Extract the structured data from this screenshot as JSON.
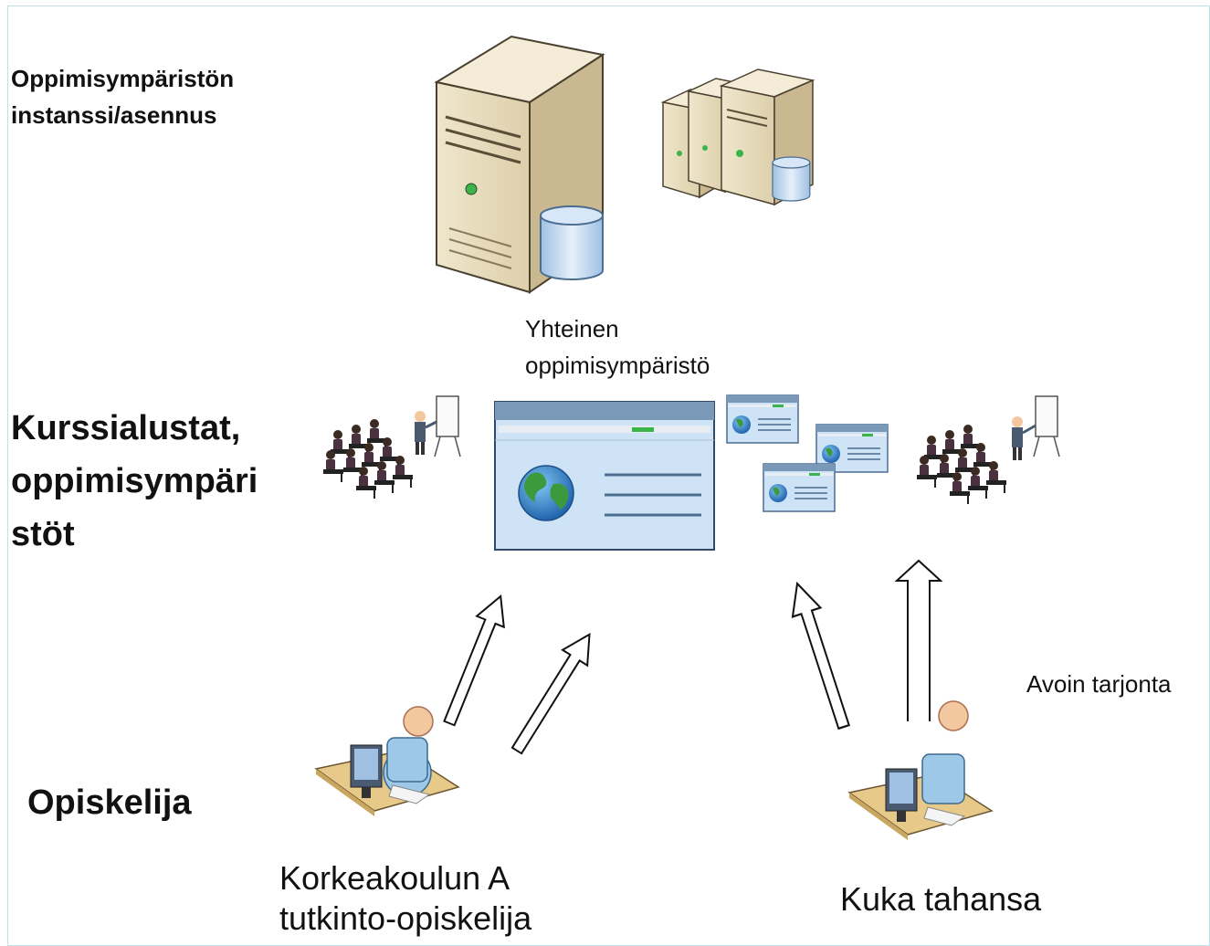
{
  "labels": {
    "instance": "Oppimisympäristön\ninstanssi/asennus",
    "course_platforms": "Kurssialustat,\noppimisympäri\nstöt",
    "student": "Opiskelija",
    "shared_env": "Yhteinen\noppimisympäristö",
    "open_offering": "Avoin tarjonta",
    "student_a": "Korkeakoulun A\ntutkinto-opiskelija",
    "anyone": "Kuka tahansa"
  },
  "icons": {
    "main_server": "server-with-database-icon",
    "server_cluster": "server-cluster-icon",
    "classroom_left": "classroom-presentation-icon",
    "classroom_right": "classroom-presentation-icon",
    "web_app_main": "web-application-globe-icon",
    "web_app_small": "web-application-globe-icon",
    "user_left": "user-at-computer-icon",
    "user_right": "user-at-computer-icon",
    "arrow": "double-line-up-arrow-icon"
  },
  "colors": {
    "server_body": "#e8dcc0",
    "server_side": "#c9b890",
    "database": "#c3d8f0",
    "window_frame": "#7a98b8",
    "window_body": "#cfe3f6",
    "globe_blue": "#2f78c8",
    "globe_green": "#3c9a3c",
    "person_shirt": "#9ec8e8",
    "person_skin": "#f3c7a0",
    "desk": "#e7c98a"
  }
}
